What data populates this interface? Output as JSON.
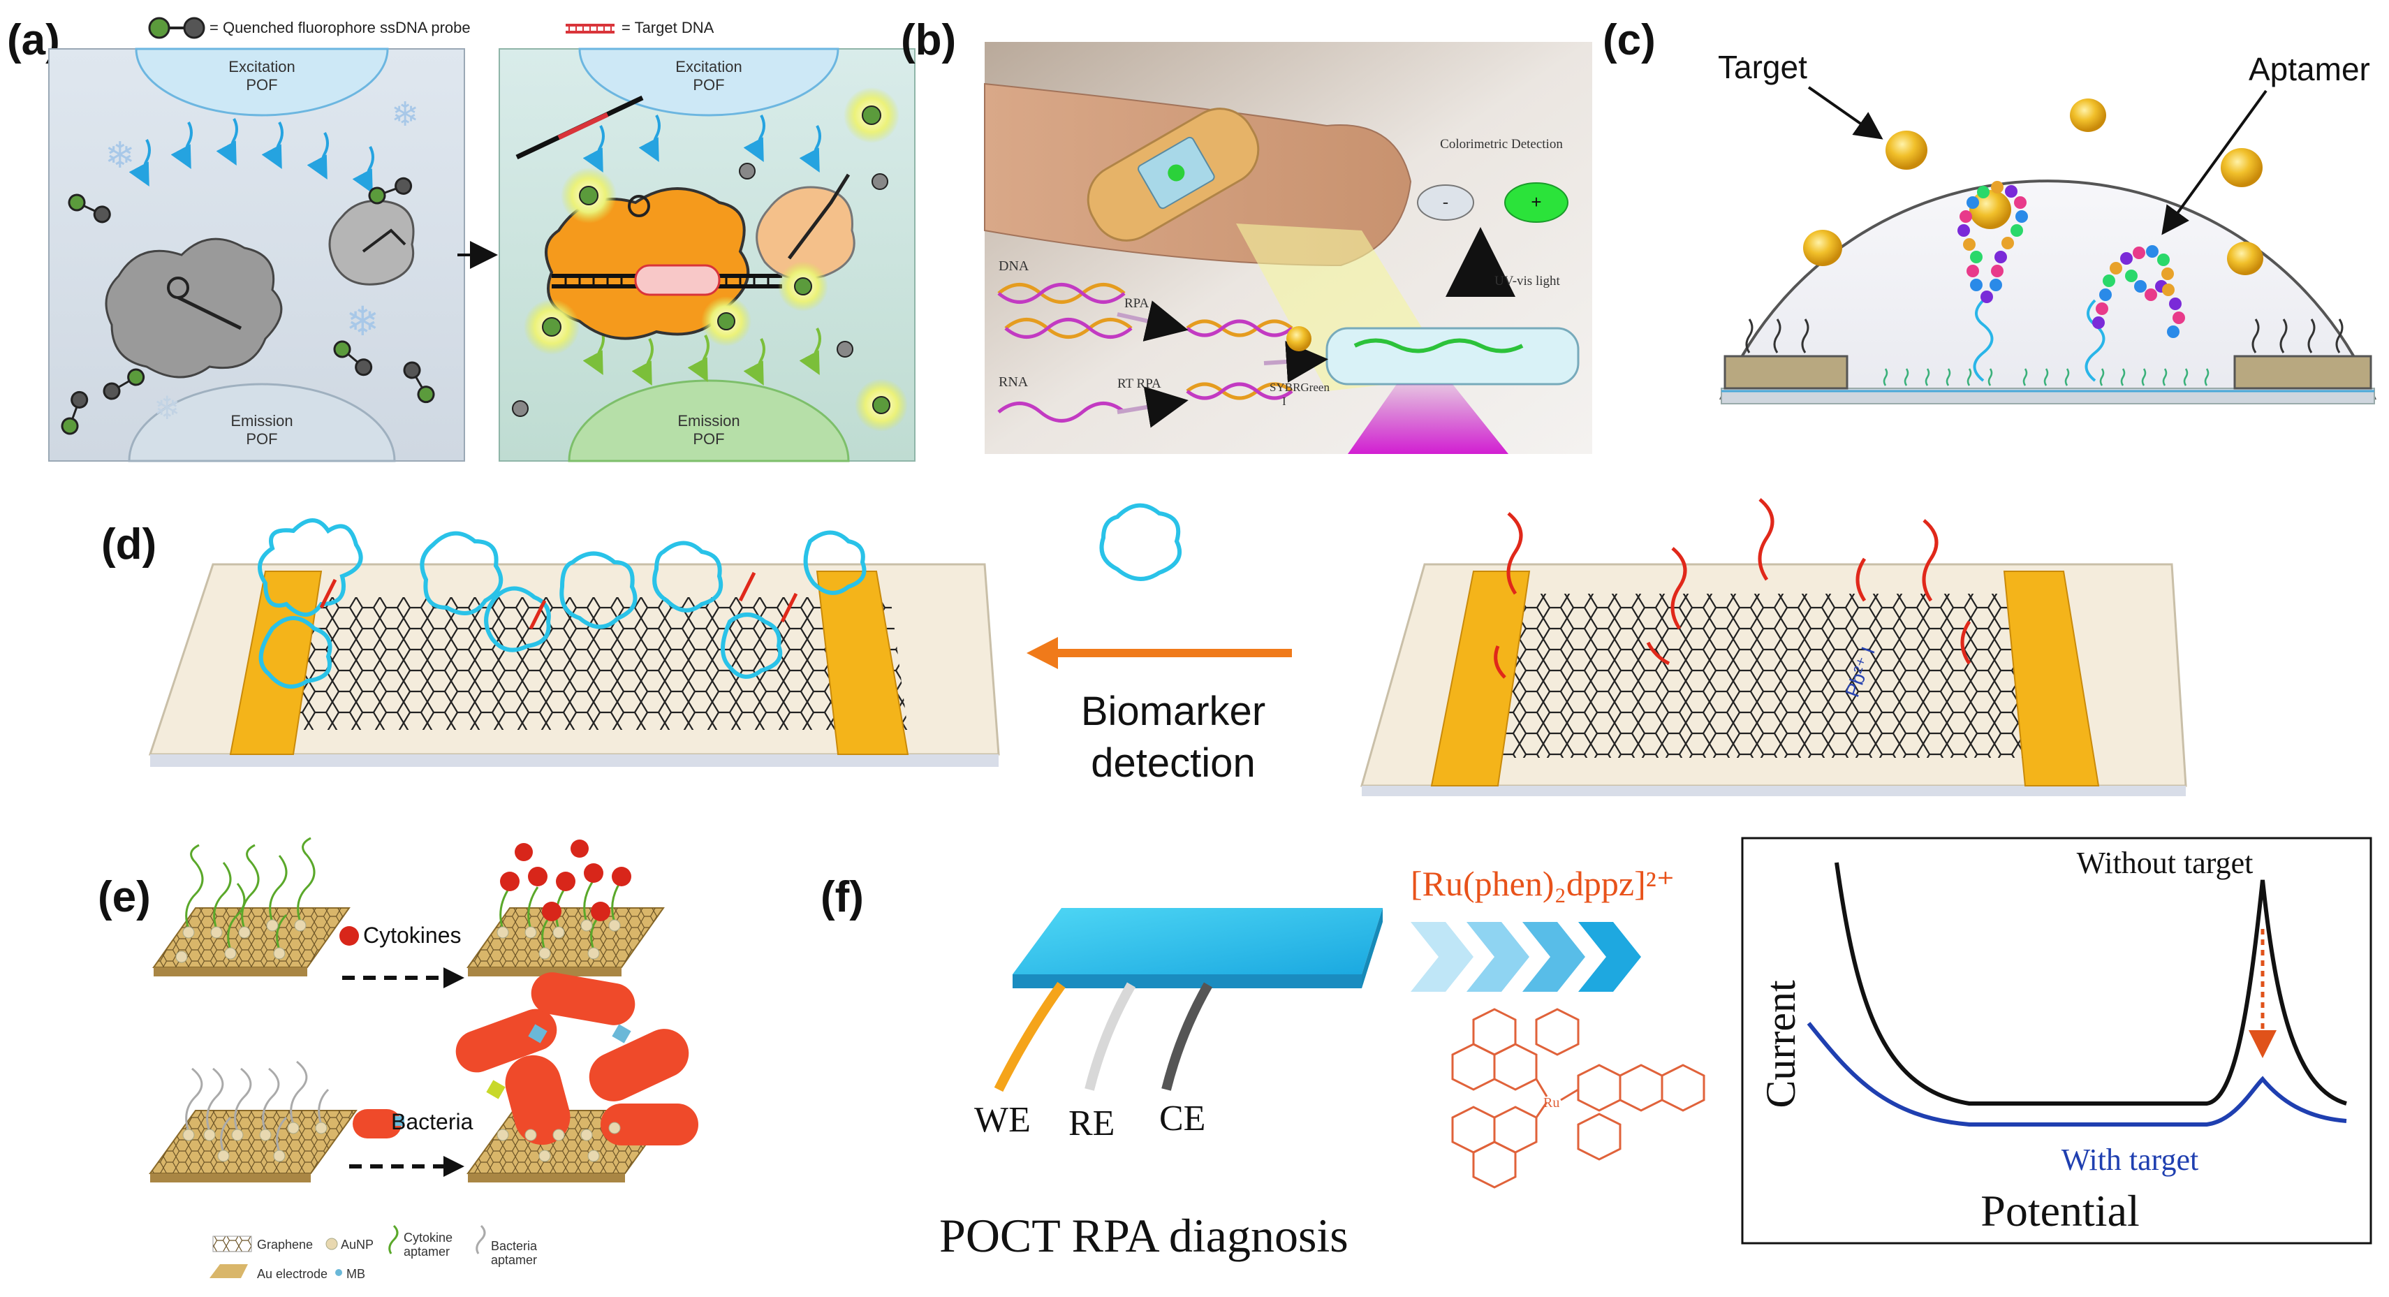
{
  "panel_labels": {
    "a": "(a)",
    "b": "(b)",
    "c": "(c)",
    "d": "(d)",
    "e": "(e)",
    "f": "(f)"
  },
  "panel_a": {
    "legend_probe": "= Quenched fluorophore ssDNA probe",
    "legend_target": "= Target DNA",
    "excitation_left": [
      "Excitation",
      "POF"
    ],
    "emission_left": [
      "Emission",
      "POF"
    ],
    "excitation_right": [
      "Excitation",
      "POF"
    ],
    "emission_right": [
      "Emission",
      "POF"
    ]
  },
  "panel_b": {
    "colorimetric": "Colorimetric Detection",
    "minus": "-",
    "plus": "+",
    "uv_light": "UV-vis light",
    "dna": "DNA",
    "rna": "RNA",
    "rpa": "RPA",
    "rt_rpa": "RT RPA",
    "sybr": [
      "SYBRGreen",
      "I"
    ]
  },
  "panel_c": {
    "target": "Target",
    "aptamer": "Aptamer"
  },
  "panel_d": {
    "biomarker_detection": [
      "Biomarker",
      "detection"
    ]
  },
  "panel_e": {
    "cytokines": "Cytokines",
    "bacteria": "Bacteria",
    "legend": {
      "graphene": "Graphene",
      "aunp": "AuNP",
      "cytokine_aptamer": [
        "Cytokine",
        "aptamer"
      ],
      "bacteria_aptamer": [
        "Bacteria",
        "aptamer"
      ],
      "au_electrode": "Au electrode",
      "mb": "MB"
    }
  },
  "panel_f": {
    "complex": "[Ru(phen)₂dppz]²⁺",
    "ru": "Ru",
    "we": "WE",
    "re": "RE",
    "ce": "CE",
    "poct": "POCT RPA diagnosis",
    "without_target": "Without target",
    "with_target": "With target",
    "ylabel": "Current",
    "xlabel": "Potential"
  },
  "colors": {
    "accent_orange": "#f07a1a",
    "aptamer_blue": "#1f3fb0",
    "ruthenium_red": "#e0623a"
  }
}
